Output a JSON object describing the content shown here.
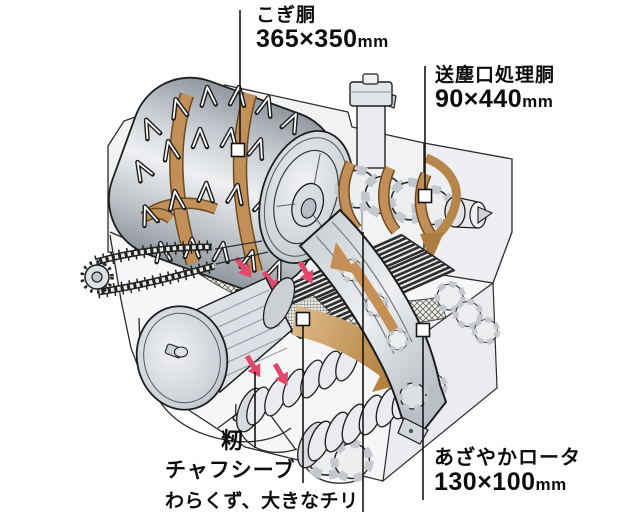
{
  "page": {
    "background": "#ffffff"
  },
  "diagram": {
    "subject": "combine-thresher-cutaway-illustration",
    "colors": {
      "tan_band": "#c28f58",
      "tan_arrow_dark": "#a76d28",
      "pink_arrow": "#e2486a",
      "outline": "#1e1e1e",
      "housing": "#f1f2f4"
    },
    "labels": {
      "threshing_drum": {
        "name": "こぎ胴",
        "size": "365×350",
        "unit": "mm"
      },
      "dust_processing_drum": {
        "name": "送塵口処理胴",
        "size": "90×440",
        "unit": "mm"
      },
      "grain": {
        "name": "籾"
      },
      "chaff_sieve": {
        "name": "チャフシーブ"
      },
      "straw_dust": {
        "name": "わらくず、大きなチリ"
      },
      "rotor": {
        "name": "あざやかロータ",
        "size": "130×100",
        "unit": "mm"
      }
    }
  }
}
